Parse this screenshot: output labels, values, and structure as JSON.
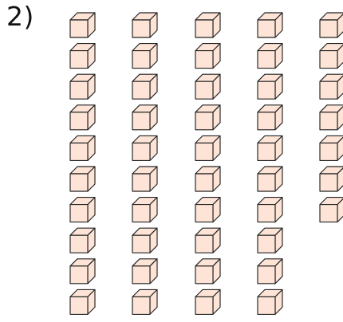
{
  "problem": {
    "label": "2)"
  },
  "blocks": {
    "columns": [
      {
        "cube_count": 10
      },
      {
        "cube_count": 10
      },
      {
        "cube_count": 10
      },
      {
        "cube_count": 10
      },
      {
        "cube_count": 7
      }
    ],
    "colors": {
      "fill": "#fde4d6",
      "stroke": "#222222"
    }
  }
}
